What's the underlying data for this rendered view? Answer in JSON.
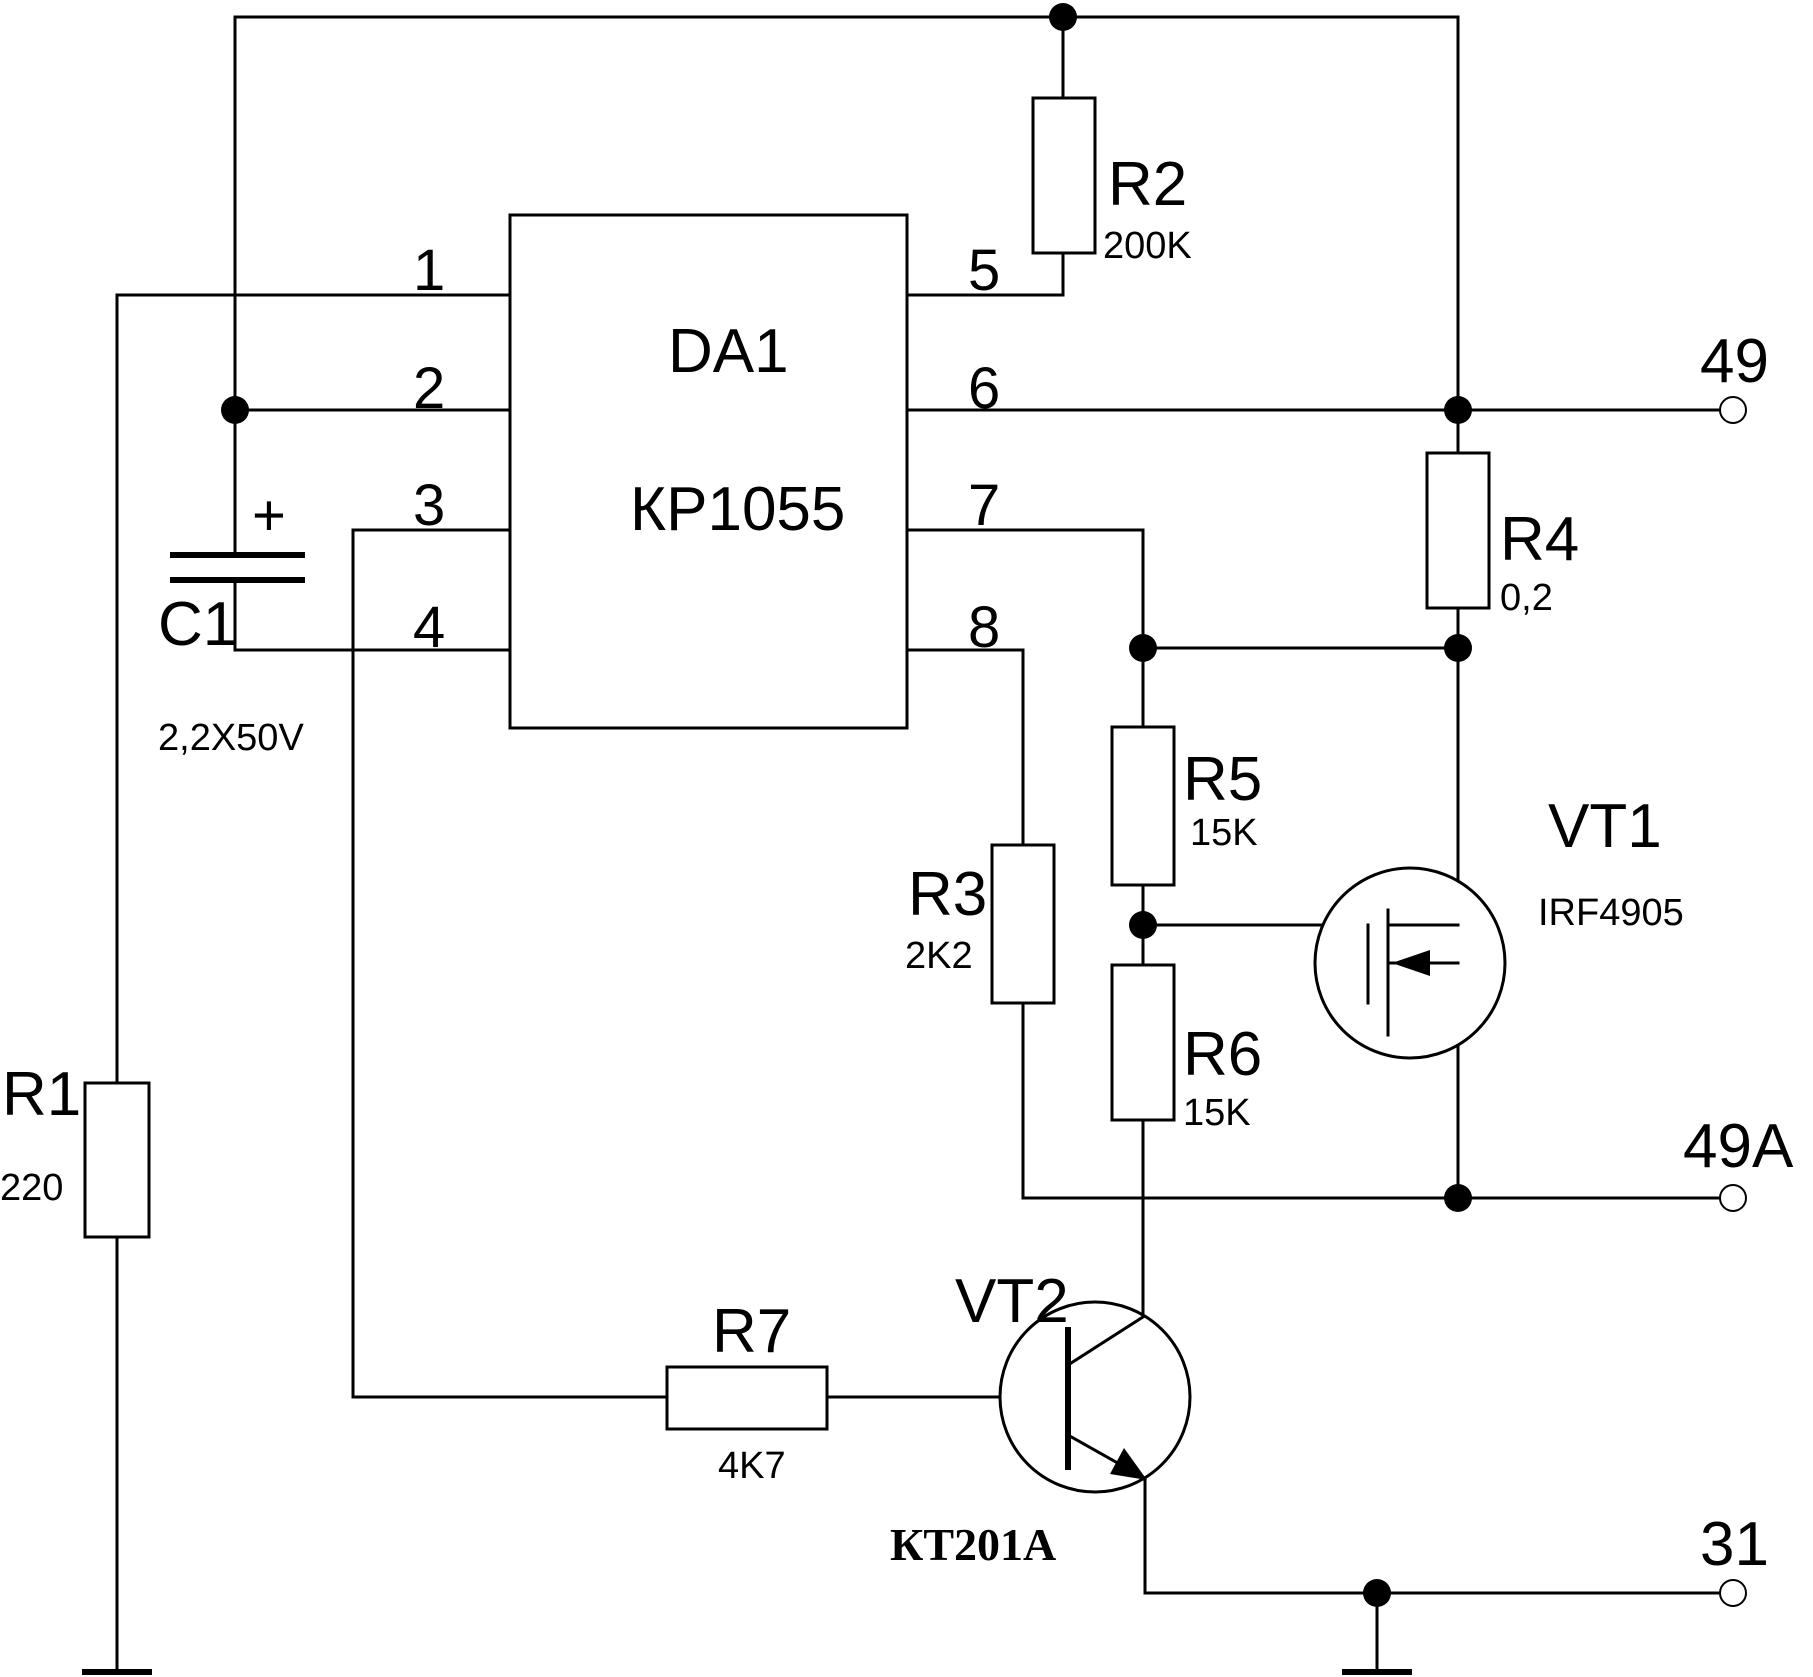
{
  "ic": {
    "ref": "DA1",
    "type": "КР1055",
    "pins": [
      "1",
      "2",
      "3",
      "4",
      "5",
      "6",
      "7",
      "8"
    ]
  },
  "resistors": {
    "r1": {
      "ref": "R1",
      "value": "220"
    },
    "r2": {
      "ref": "R2",
      "value": "200K"
    },
    "r3": {
      "ref": "R3",
      "value": "2K2"
    },
    "r4": {
      "ref": "R4",
      "value": "0,2"
    },
    "r5": {
      "ref": "R5",
      "value": "15K"
    },
    "r6": {
      "ref": "R6",
      "value": "15K"
    },
    "r7": {
      "ref": "R7",
      "value": "4K7"
    }
  },
  "capacitor": {
    "ref": "C1",
    "value": "2,2X50V",
    "polarity": "+"
  },
  "transistors": {
    "vt1": {
      "ref": "VT1",
      "type": "IRF4905"
    },
    "vt2": {
      "ref": "VT2",
      "type": "КТ201А"
    }
  },
  "terminals": {
    "t49": "49",
    "t49a": "49A",
    "t31": "31"
  }
}
